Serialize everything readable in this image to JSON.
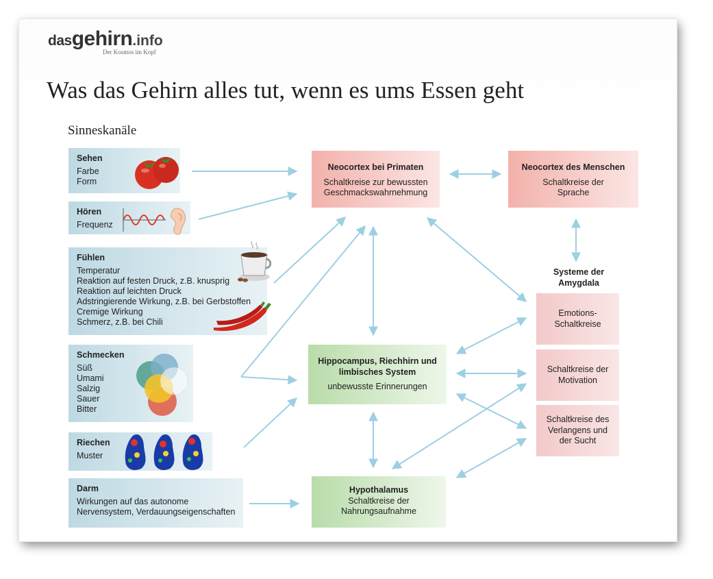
{
  "logo": {
    "part1": "das",
    "part2": "gehirn",
    "part3": ".info",
    "tagline": "Der Kosmos im Kopf"
  },
  "title": "Was das Gehirn alles tut, wenn es ums Essen geht",
  "subtitle": "Sinneskanäle",
  "senses": [
    {
      "heading": "Sehen",
      "lines": [
        "Farbe",
        "Form"
      ],
      "icon": "tomato-icon"
    },
    {
      "heading": "Hören",
      "lines": [
        "Frequenz"
      ],
      "icon": "ear-wave-icon"
    },
    {
      "heading": "Fühlen",
      "lines": [
        "Temperatur",
        "Reaktion auf festen Druck, z.B. knusprig",
        "Reaktion auf leichten Druck",
        "Adstringierende Wirkung, z.B. bei Gerbstoffen",
        "Cremige Wirkung",
        "Schmerz, z.B. bei Chili"
      ],
      "icon": "coffee-chili-icon"
    },
    {
      "heading": "Schmecken",
      "lines": [
        "Süß",
        "Umami",
        "Salzig",
        "Sauer",
        "Bitter"
      ],
      "icon": "taste-circles-icon"
    },
    {
      "heading": "Riechen",
      "lines": [
        "Muster"
      ],
      "icon": "olfactory-bulb-icon"
    },
    {
      "heading": "Darm",
      "lines": [
        "Wirkungen auf das autonome",
        "Nervensystem, Verdauungseigenschaften"
      ],
      "icon": ""
    }
  ],
  "neocortex_primates": {
    "heading": "Neocortex bei Primaten",
    "text": [
      "Schaltkreise zur bewussten",
      "Geschmackswahrnehmung"
    ]
  },
  "neocortex_human": {
    "heading": "Neocortex des Menschen",
    "text": [
      "Schaltkreise der",
      "Sprache"
    ]
  },
  "hippocampus": {
    "heading": [
      "Hippocampus, Riechhirn und",
      "limbisches System"
    ],
    "text": [
      "unbewusste Erinnerungen"
    ]
  },
  "hypothalamus": {
    "heading": "Hypothalamus",
    "text": [
      "Schaltkreise der",
      "Nahrungsaufnahme"
    ]
  },
  "amygdala": {
    "title": [
      "Systeme der",
      "Amygdala"
    ],
    "boxes": [
      [
        "Emotions-",
        "Schaltkreise"
      ],
      [
        "Schaltkreise der",
        "Motivation"
      ],
      [
        "Schaltkreise des",
        "Verlangens und",
        "der Sucht"
      ]
    ]
  },
  "colors": {
    "arrow": "#9dcfe2",
    "sense_box": "#bed9e3",
    "cortex": "#f3b1ab",
    "limbic": "#b9dcaa"
  }
}
